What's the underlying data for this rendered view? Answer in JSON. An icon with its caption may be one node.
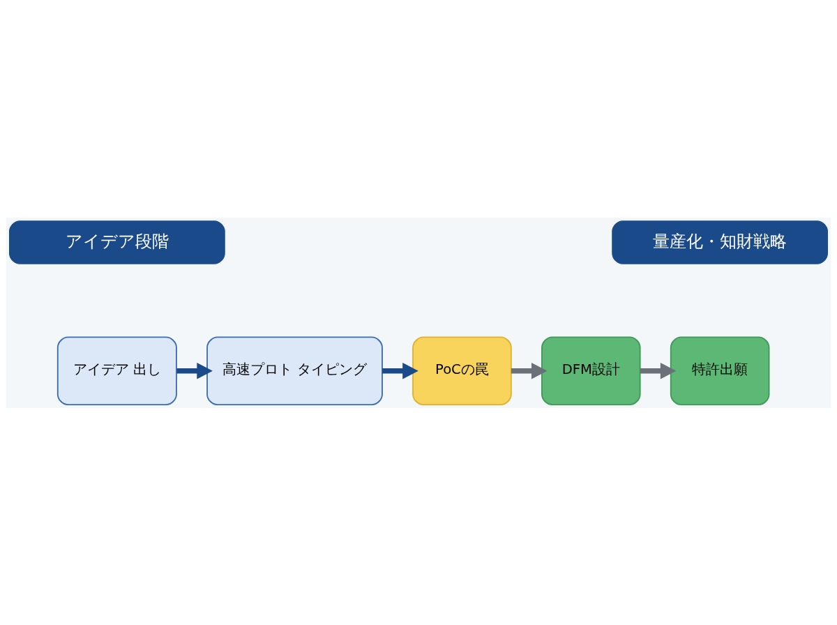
{
  "diagram": {
    "nodes": [
      {
        "text": [
          "アイデア段階"
        ]
      },
      {
        "text": [
          "量産化・知財戦略"
        ]
      },
      {
        "text": [
          "アイデア 出し"
        ]
      },
      {
        "text": [
          "高速プロト タイピング"
        ]
      },
      {
        "text": [
          "PoCの罠"
        ]
      },
      {
        "text": [
          "DFM設計"
        ]
      },
      {
        "text": [
          "特許出願"
        ]
      }
    ],
    "edges": [
      {
        "from": 2,
        "to": 3,
        "arrow": "to",
        "color": "#1b4a8a"
      },
      {
        "from": 3,
        "to": 4,
        "arrow": "to",
        "color": "#1b4a8a"
      },
      {
        "from": 4,
        "to": 5,
        "arrow": "to",
        "color": "#6b7178"
      },
      {
        "from": 5,
        "to": 6,
        "arrow": "to",
        "color": "#6b7178"
      }
    ]
  }
}
